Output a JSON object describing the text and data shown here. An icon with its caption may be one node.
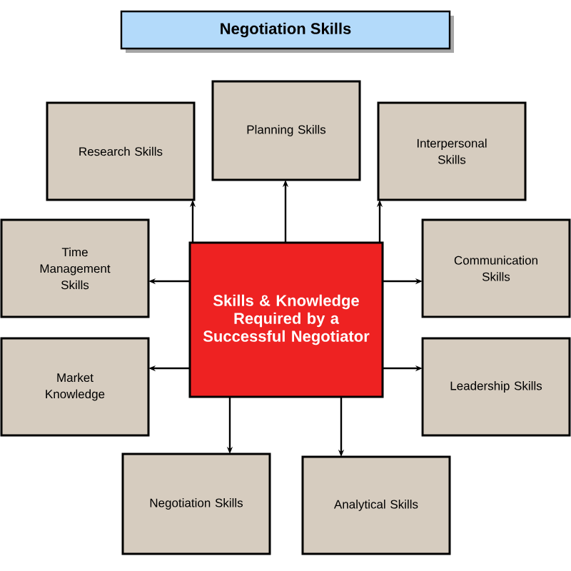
{
  "diagram": {
    "title": "Negotiation Skills",
    "nodes": [
      {
        "text": [
          "Research Skills"
        ]
      },
      {
        "text": [
          "Planning Skills"
        ]
      },
      {
        "text": [
          "Interpersonal Skills"
        ]
      },
      {
        "text": [
          "Time Management Skills"
        ]
      },
      {
        "text": [
          "Skills & Knowledge Required by a Successful Negotiator"
        ]
      },
      {
        "text": [
          "Communication Skills"
        ]
      },
      {
        "text": [
          "Market Knowledge"
        ]
      },
      {
        "text": [
          "Leadership Skills"
        ]
      },
      {
        "text": [
          "Negotiation Skills"
        ]
      },
      {
        "text": [
          "Analytical Skills"
        ]
      }
    ],
    "edges": [
      {
        "from": 4,
        "to": 0,
        "arrow": "to"
      },
      {
        "from": 4,
        "to": 1,
        "arrow": "to"
      },
      {
        "from": 4,
        "to": 2,
        "arrow": "to"
      },
      {
        "from": 4,
        "to": 3,
        "arrow": "to"
      },
      {
        "from": 4,
        "to": 5,
        "arrow": "to"
      },
      {
        "from": 4,
        "to": 6,
        "arrow": "to"
      },
      {
        "from": 4,
        "to": 7,
        "arrow": "to"
      },
      {
        "from": 4,
        "to": 8,
        "arrow": "to"
      },
      {
        "from": 4,
        "to": 9,
        "arrow": "to"
      }
    ]
  }
}
